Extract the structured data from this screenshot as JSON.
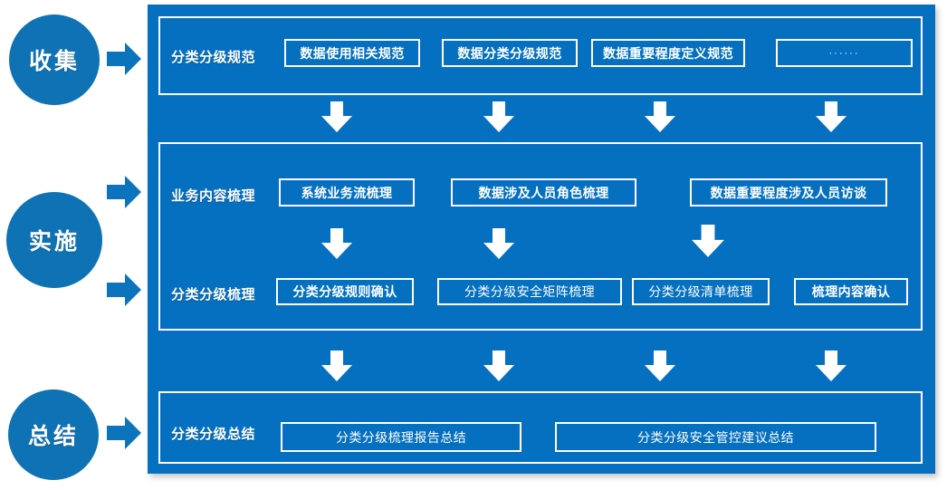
{
  "stages": [
    {
      "label": "收集",
      "name": "stage-collect"
    },
    {
      "label": "实施",
      "name": "stage-implement"
    },
    {
      "label": "总结",
      "name": "stage-summary"
    }
  ],
  "rows": [
    {
      "title": "分类分级规范",
      "items": [
        {
          "label": "数据使用相关规范"
        },
        {
          "label": "数据分类分级规范"
        },
        {
          "label": "数据重要程度定义规范"
        },
        {
          "label": "······"
        }
      ]
    },
    {
      "title": "业务内容梳理",
      "items": [
        {
          "label": "系统业务流梳理"
        },
        {
          "label": "数据涉及人员角色梳理"
        },
        {
          "label": "数据重要程度涉及人员访谈"
        }
      ]
    },
    {
      "title": "分类分级梳理",
      "items": [
        {
          "label": "分类分级规则确认"
        },
        {
          "label": "分类分级安全矩阵梳理"
        },
        {
          "label": "分类分级清单梳理"
        },
        {
          "label": "梳理内容确认"
        }
      ]
    },
    {
      "title": "分类分级总结",
      "items": [
        {
          "label": "分类分级梳理报告总结"
        },
        {
          "label": "分类分级安全管控建议总结"
        }
      ]
    }
  ],
  "colors": {
    "panel_blue": "#0670C0",
    "circle_blue": "#0E72B5",
    "arrow_blue": "#0C74BC",
    "outline_white": "#FFFFFF",
    "background": "#FFFFFF"
  },
  "icons": {
    "stage_arrow": "arrow-right-icon",
    "flow_arrow": "arrow-down-icon"
  }
}
